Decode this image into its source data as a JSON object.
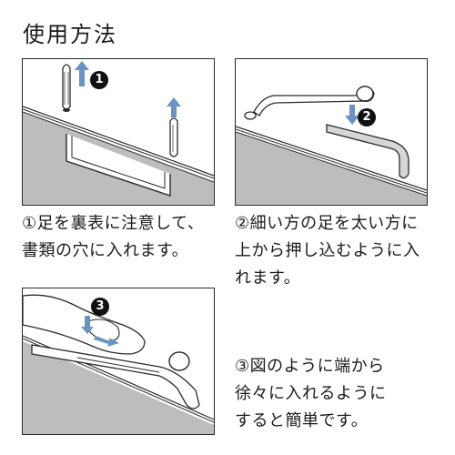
{
  "title": "使用方法",
  "steps": [
    {
      "badge": "1",
      "lines": [
        "①足を裏表に注意して、",
        "書類の穴に入れます。"
      ]
    },
    {
      "badge": "2",
      "lines": [
        "②細い方の足を太い方に",
        "上から押し込むように入",
        "れます。"
      ]
    },
    {
      "badge": "3",
      "lines": [
        "③図のように端から",
        "徐々に入れるように",
        "すると簡単です。"
      ]
    }
  ],
  "colors": {
    "arrow": "#6a93c2",
    "badge": "#111111",
    "paper": "#bdbdbd",
    "line": "#2a2a2a"
  }
}
